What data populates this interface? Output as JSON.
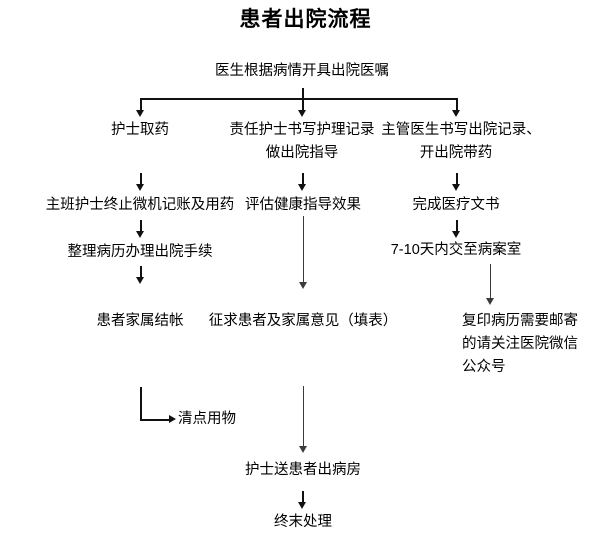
{
  "document": {
    "title": "患者出院流程",
    "language": "zh-CN",
    "background_color": "#ffffff",
    "text_color": "#000000",
    "connector_color": "#111111"
  },
  "flowchart": {
    "type": "flowchart",
    "orientation": "top-down",
    "nodes": {
      "start": "医生根据病情开具出院医嘱",
      "branch_left_1": "护士取药",
      "branch_center_1_line1": "责任护士书写护理记录",
      "branch_center_1_line2": "做出院指导",
      "branch_right_1_line1": "主管医生书写出院记录、",
      "branch_right_1_line2": "开出院带药",
      "left_2": "主班护士终止微机记账及用药",
      "center_2": "评估健康指导效果",
      "right_2": "完成医疗文书",
      "left_3": "整理病历办理出院手续",
      "right_3": "7-10天内交至病案室",
      "left_4": "患者家属结帐",
      "center_4": "征求患者及家属意见（填表）",
      "right_4_line1": "复印病历需要邮寄",
      "right_4_line2": "的请关注医院微信",
      "right_4_line3": "公众号",
      "left_5": "清点用物",
      "center_5": "护士送患者出病房",
      "center_6": "终末处理"
    },
    "edges": [
      {
        "from": "start",
        "to": "branch_left_1",
        "style": "elbow-split-arrow"
      },
      {
        "from": "start",
        "to": "branch_center_1_line1",
        "style": "elbow-split-arrow"
      },
      {
        "from": "start",
        "to": "branch_right_1_line1",
        "style": "elbow-split-arrow"
      },
      {
        "from": "branch_left_1",
        "to": "left_2",
        "style": "arrow-down"
      },
      {
        "from": "branch_center_1_line2",
        "to": "center_2",
        "style": "arrow-down"
      },
      {
        "from": "branch_right_1_line2",
        "to": "right_2",
        "style": "arrow-down"
      },
      {
        "from": "left_2",
        "to": "left_3",
        "style": "arrow-down"
      },
      {
        "from": "center_2",
        "to": "center_4",
        "style": "long-arrow-down"
      },
      {
        "from": "right_2",
        "to": "right_3",
        "style": "arrow-down"
      },
      {
        "from": "left_3",
        "to": "left_4",
        "style": "arrow-down"
      },
      {
        "from": "right_3",
        "to": "right_4_line1",
        "style": "long-arrow-down"
      },
      {
        "from": "left_4",
        "to": "left_5",
        "style": "elbow-right-arrow"
      },
      {
        "from": "center_4",
        "to": "center_5",
        "style": "long-arrow-down"
      },
      {
        "from": "center_5",
        "to": "center_6",
        "style": "arrow-down"
      }
    ]
  }
}
